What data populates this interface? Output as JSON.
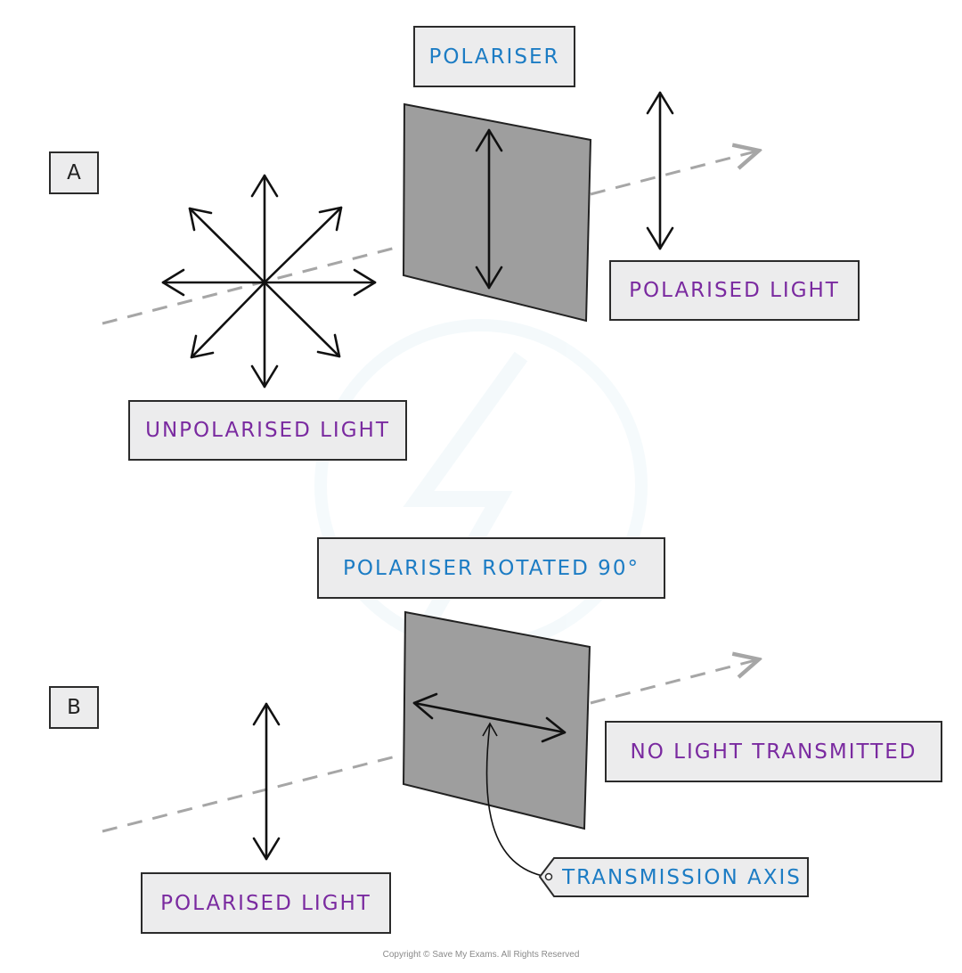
{
  "part_a": {
    "letter": "A",
    "polariser_label": "POLARISER",
    "unpolarised_label": "UNPOLARISED LIGHT",
    "polarised_label": "POLARISED LIGHT"
  },
  "part_b": {
    "letter": "B",
    "polariser_label": "POLARISER ROTATED 90°",
    "polarised_label": "POLARISED LIGHT",
    "no_light_label": "NO LIGHT TRANSMITTED",
    "axis_label": "TRANSMISSION AXIS"
  },
  "copyright": "Copyright © Save My Exams. All Rights Reserved",
  "colors": {
    "label_blue": "#1c7cc4",
    "label_purple": "#7a2aa0",
    "polariser_fill": "#9e9e9e",
    "beam_dash": "#a6a6a6"
  }
}
